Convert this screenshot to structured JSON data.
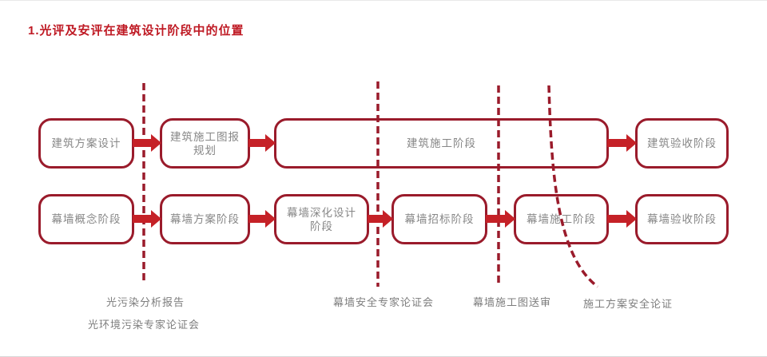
{
  "title": "1.光评及安评在建筑设计阶段中的位置",
  "colors": {
    "title_red": "#bf1a24",
    "box_border": "#9a1b2b",
    "arrow_red": "#c52127",
    "dash_red": "#9a1b2b",
    "box_text": "#878787",
    "note_text": "#7d7d7d"
  },
  "flow": {
    "architecture_row": [
      {
        "name": "building-scheme-design",
        "lines": [
          "建筑方案设计"
        ]
      },
      {
        "name": "building-construction-drawing-planning",
        "lines": [
          "建筑施工图报",
          "规划"
        ]
      },
      {
        "name": "building-construction-stage",
        "lines": [
          "建筑施工阶段"
        ]
      },
      {
        "name": "building-acceptance-stage",
        "lines": [
          "建筑验收阶段"
        ]
      }
    ],
    "curtainwall_row": [
      {
        "name": "curtainwall-concept-stage",
        "lines": [
          "幕墙概念阶段"
        ]
      },
      {
        "name": "curtainwall-scheme-stage",
        "lines": [
          "幕墙方案阶段"
        ]
      },
      {
        "name": "curtainwall-detailed-design-stage",
        "lines": [
          "幕墙深化设计",
          "阶段"
        ]
      },
      {
        "name": "curtainwall-tender-stage",
        "lines": [
          "幕墙招标阶段"
        ]
      },
      {
        "name": "curtainwall-construction-stage",
        "lines": [
          "幕墙施工阶段"
        ]
      },
      {
        "name": "curtainwall-acceptance-stage",
        "lines": [
          "幕墙验收阶段"
        ]
      }
    ]
  },
  "footnotes": {
    "light_pollution_report": "光污染分析报告",
    "light_environment_expert_meeting": "光环境污染专家论证会",
    "curtainwall_safety_expert_meeting": "幕墙安全专家论证会",
    "curtainwall_drawing_review": "幕墙施工图送审",
    "construction_scheme_safety_review": "施工方案安全论证"
  }
}
